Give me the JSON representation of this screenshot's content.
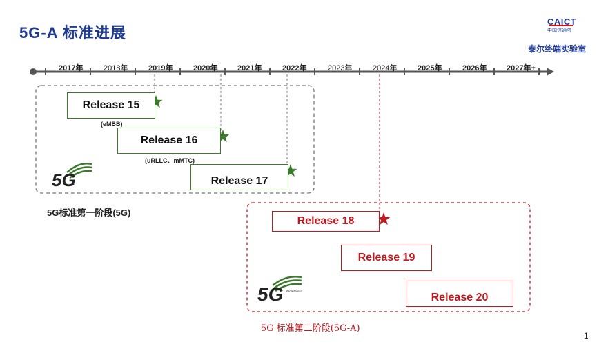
{
  "title": "5G-A 标准进展",
  "logo": {
    "name": "CAICT",
    "subtitle": "中国信通院"
  },
  "lab": "泰尔终端实验室",
  "years": [
    {
      "label": "2017年",
      "bold": true
    },
    {
      "label": "2018年",
      "bold": false
    },
    {
      "label": "2019年",
      "bold": true
    },
    {
      "label": "2020年",
      "bold": true
    },
    {
      "label": "2021年",
      "bold": true
    },
    {
      "label": "2022年",
      "bold": true
    },
    {
      "label": "2023年",
      "bold": false
    },
    {
      "label": "2024年",
      "bold": false
    },
    {
      "label": "2025年",
      "bold": true
    },
    {
      "label": "2026年",
      "bold": true
    },
    {
      "label": "2027年+",
      "bold": true
    }
  ],
  "phase1": {
    "label": "5G标准第一阶段(5G)",
    "logo_text": "5G",
    "releases": [
      {
        "label": "Release  15",
        "note": "(eMBB)"
      },
      {
        "label": "Release  16",
        "note": "(uRLLC、mMTC)"
      },
      {
        "label": "Release  17",
        "note": ""
      }
    ]
  },
  "phase2": {
    "label": "5G 标准第二阶段(5G-A)",
    "logo_text": "5G",
    "logo_sub": "ADVANCED",
    "releases": [
      {
        "label": "Release 18"
      },
      {
        "label": "Release  19"
      },
      {
        "label": "Release  20"
      }
    ]
  },
  "page_number": "1",
  "colors": {
    "title": "#1f3a93",
    "green": "#3d7a2d",
    "red": "#c0191f",
    "axis": "#555555"
  }
}
